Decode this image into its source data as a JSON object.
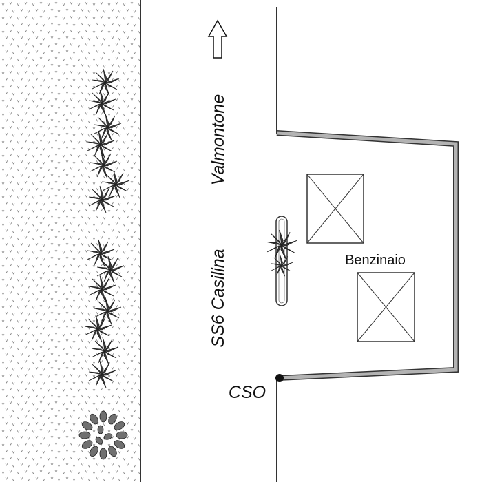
{
  "labels": {
    "road_name": "SS6 Casilina",
    "direction_town": "Valmontone",
    "station": "Benzinaio",
    "marker": "CSO"
  },
  "icons": {
    "direction": "arrow-up-icon",
    "pump": "crossed-box-icon",
    "plant": "shrub-icon",
    "tree": "round-tree-icon",
    "point": "dot-marker-icon"
  },
  "colors": {
    "ink": "#111111",
    "wall_fill": "#b3b3b3",
    "grass": "#8c8c8c",
    "plant": "#3c3c3c",
    "tree": "#707070"
  }
}
